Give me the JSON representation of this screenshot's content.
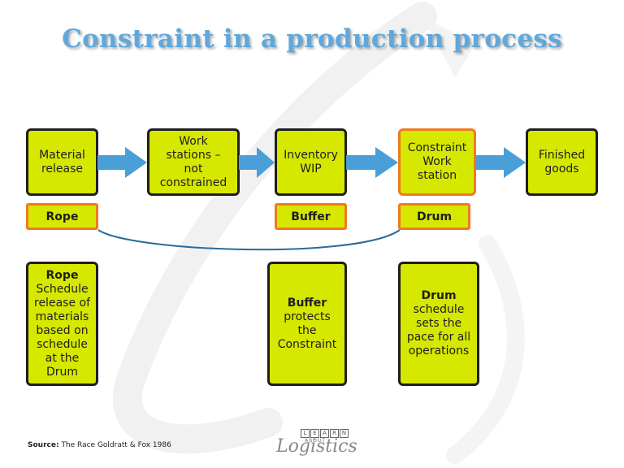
{
  "title": "Constraint in a production process",
  "flow_boxes": [
    {
      "lines": [
        "Material",
        "release"
      ]
    },
    {
      "lines": [
        "Work",
        "stations –",
        "not",
        "constrained"
      ]
    },
    {
      "lines": [
        "Inventory",
        "WIP"
      ]
    },
    {
      "lines": [
        "Constraint",
        "Work",
        "station"
      ]
    },
    {
      "lines": [
        "Finished",
        "goods"
      ]
    }
  ],
  "labels": {
    "rope": "Rope",
    "buffer": "Buffer",
    "drum": "Drum"
  },
  "descriptions": {
    "rope": {
      "heading": "Rope",
      "lines": [
        "Schedule",
        "release of",
        "materials",
        "based on",
        "schedule",
        "at the",
        "Drum"
      ]
    },
    "buffer": {
      "heading": "Buffer",
      "lines": [
        "protects",
        "the",
        "Constraint"
      ]
    },
    "drum": {
      "heading": "Drum",
      "lines": [
        "schedule",
        "sets the",
        "pace for all",
        "operations"
      ]
    }
  },
  "source": {
    "label": "Source:",
    "text": "The Race Goldratt & Fox 1986"
  },
  "logo": {
    "letters": [
      "L",
      "E",
      "A",
      "R",
      "N"
    ],
    "about": "ABOUT",
    "word": "Logistics"
  },
  "colors": {
    "box_fill": "#d6e800",
    "box_border": "#1e1e1e",
    "highlight_border": "#f07a20",
    "arrow": "#4a9fd8",
    "rope_line": "#2a6a9a",
    "title": "#5fa8dc"
  }
}
